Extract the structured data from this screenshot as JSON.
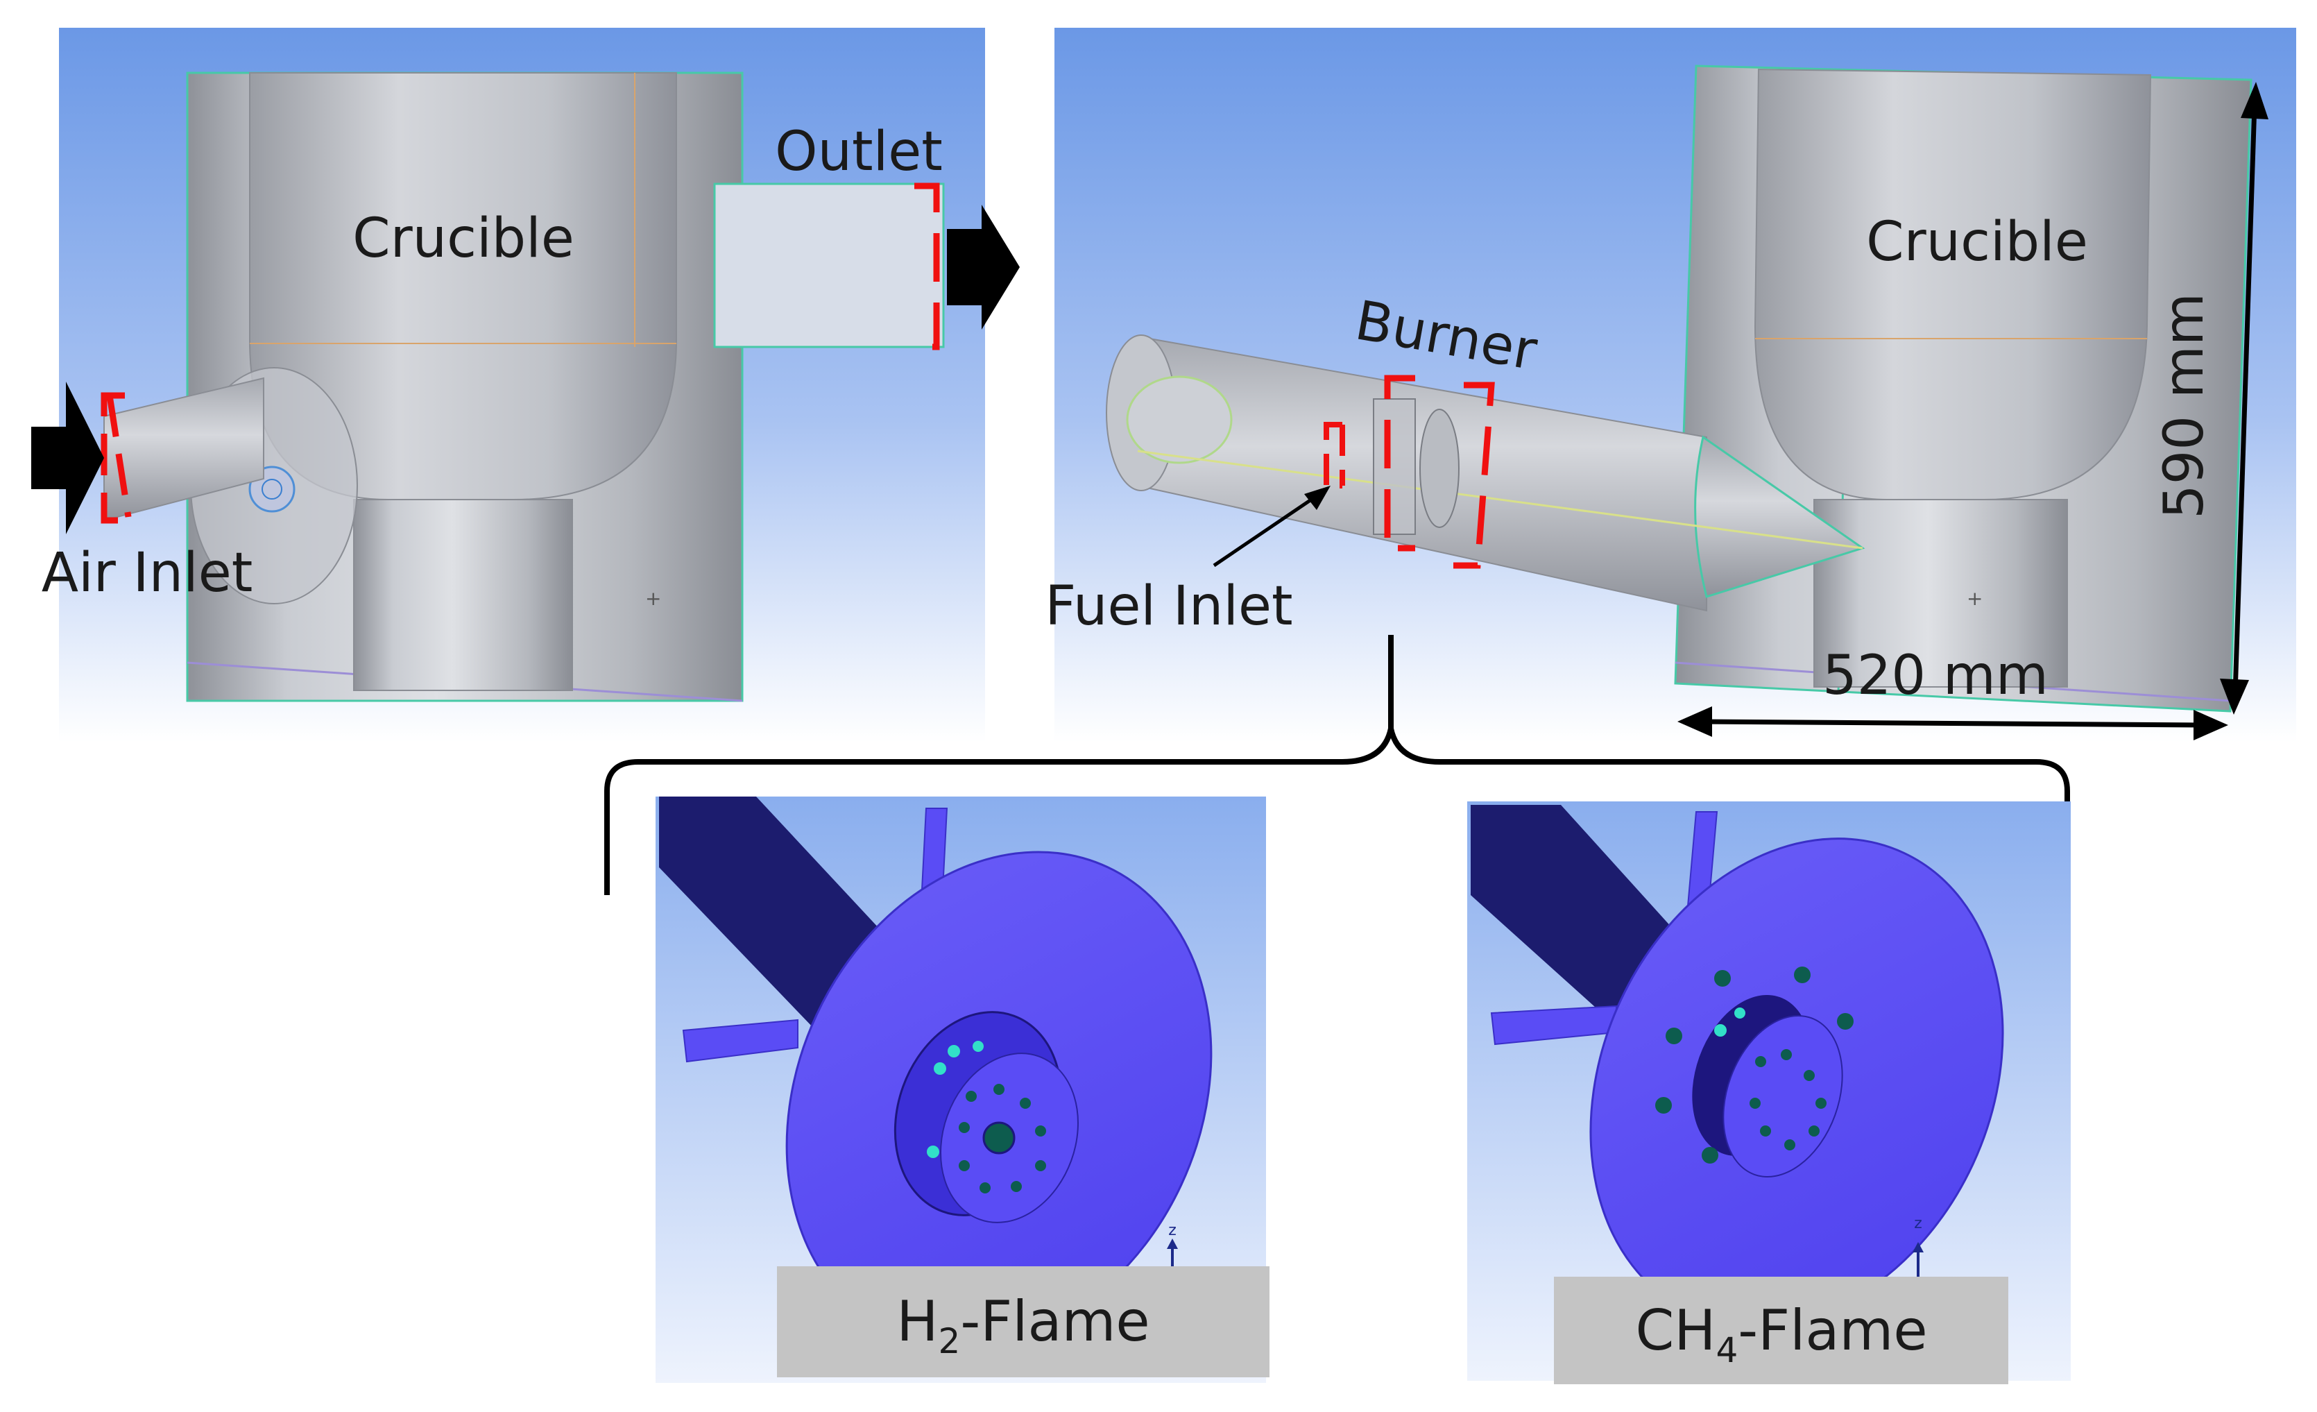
{
  "labels": {
    "outlet": "Outlet",
    "crucible_left": "Crucible",
    "air_inlet": "Air Inlet",
    "burner": "Burner",
    "crucible_right": "Crucible",
    "fuel_inlet": "Fuel Inlet",
    "dim_height": "590 mm",
    "dim_width": "520 mm",
    "h2_flame": {
      "base": "H",
      "sub": "2",
      "rest": "-Flame"
    },
    "ch4_flame": {
      "base": "CH",
      "sub": "4",
      "rest": "-Flame"
    },
    "axis_z": "z"
  },
  "colors": {
    "viewport_top": "#6f9be6",
    "viewport_bottom": "#ffffff",
    "geometry_gray": "#b9bcc2",
    "burner_blue": "#5a4cf5",
    "burner_tube": "#1c1c6e",
    "hole_cyan": "#32e0c8",
    "hole_green": "#0d5c4e",
    "marker_red": "#f01010",
    "caption_box": "#c4c4c4"
  }
}
